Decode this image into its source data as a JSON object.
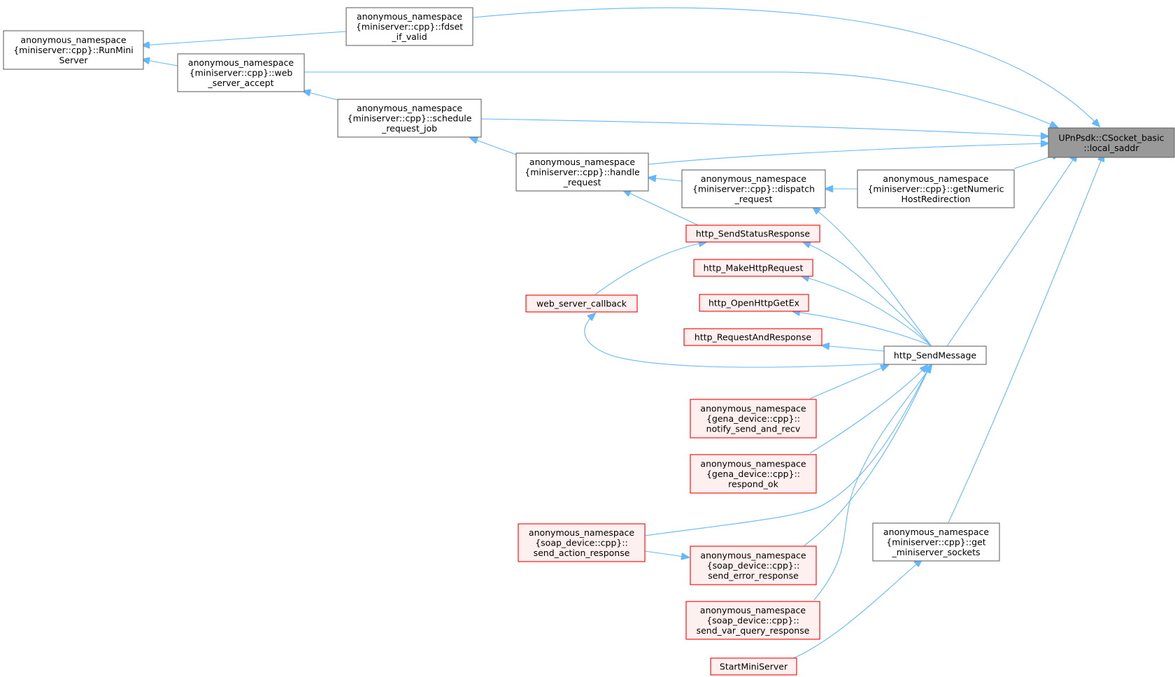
{
  "colors": {
    "edge": "#63b8ff",
    "normal_fill": "#ffffff",
    "normal_stroke": "#666666",
    "red_fill": "#fff0f0",
    "red_stroke": "#ff0000",
    "root_fill": "#999999",
    "root_stroke": "#666666"
  },
  "nodes": {
    "local_saddr": {
      "style": "root",
      "lines": [
        "UPnPsdk::CSocket_basic",
        "::local_saddr"
      ]
    },
    "runminiserver": {
      "style": "normal",
      "lines": [
        "anonymous_namespace",
        "{miniserver::cpp}::RunMini",
        "Server"
      ]
    },
    "fdset": {
      "style": "normal",
      "lines": [
        "anonymous_namespace",
        "{miniserver::cpp}::fdset",
        "_if_valid"
      ]
    },
    "web_server_accept": {
      "style": "normal",
      "lines": [
        "anonymous_namespace",
        "{miniserver::cpp}::web",
        "_server_accept"
      ]
    },
    "schedule_request_job": {
      "style": "normal",
      "lines": [
        "anonymous_namespace",
        "{miniserver::cpp}::schedule",
        "_request_job"
      ]
    },
    "handle_request": {
      "style": "normal",
      "lines": [
        "anonymous_namespace",
        "{miniserver::cpp}::handle",
        "_request"
      ]
    },
    "dispatch_request": {
      "style": "normal",
      "lines": [
        "anonymous_namespace",
        "{miniserver::cpp}::dispatch",
        "_request"
      ]
    },
    "get_numeric_host": {
      "style": "normal",
      "lines": [
        "anonymous_namespace",
        "{miniserver::cpp}::getNumeric",
        "HostRedirection"
      ]
    },
    "http_send_status": {
      "style": "red",
      "lines": [
        "http_SendStatusResponse"
      ]
    },
    "http_make": {
      "style": "red",
      "lines": [
        "http_MakeHttpRequest"
      ]
    },
    "http_open": {
      "style": "red",
      "lines": [
        "http_OpenHttpGetEx"
      ]
    },
    "http_req_resp": {
      "style": "red",
      "lines": [
        "http_RequestAndResponse"
      ]
    },
    "web_server_callback": {
      "style": "red",
      "lines": [
        "web_server_callback"
      ]
    },
    "http_send_message": {
      "style": "normal",
      "lines": [
        "http_SendMessage"
      ]
    },
    "notify_send": {
      "style": "red",
      "lines": [
        "anonymous_namespace",
        "{gena_device::cpp}::",
        "notify_send_and_recv"
      ]
    },
    "respond_ok": {
      "style": "red",
      "lines": [
        "anonymous_namespace",
        "{gena_device::cpp}::",
        "respond_ok"
      ]
    },
    "send_action": {
      "style": "red",
      "lines": [
        "anonymous_namespace",
        "{soap_device::cpp}::",
        "send_action_response"
      ]
    },
    "send_error": {
      "style": "red",
      "lines": [
        "anonymous_namespace",
        "{soap_device::cpp}::",
        "send_error_response"
      ]
    },
    "send_var": {
      "style": "red",
      "lines": [
        "anonymous_namespace",
        "{soap_device::cpp}::",
        "send_var_query_response"
      ]
    },
    "get_miniserver_sockets": {
      "style": "normal",
      "lines": [
        "anonymous_namespace",
        "{miniserver::cpp}::get",
        "_miniserver_sockets"
      ]
    },
    "start_miniserver": {
      "style": "red",
      "lines": [
        "StartMiniServer"
      ]
    }
  }
}
